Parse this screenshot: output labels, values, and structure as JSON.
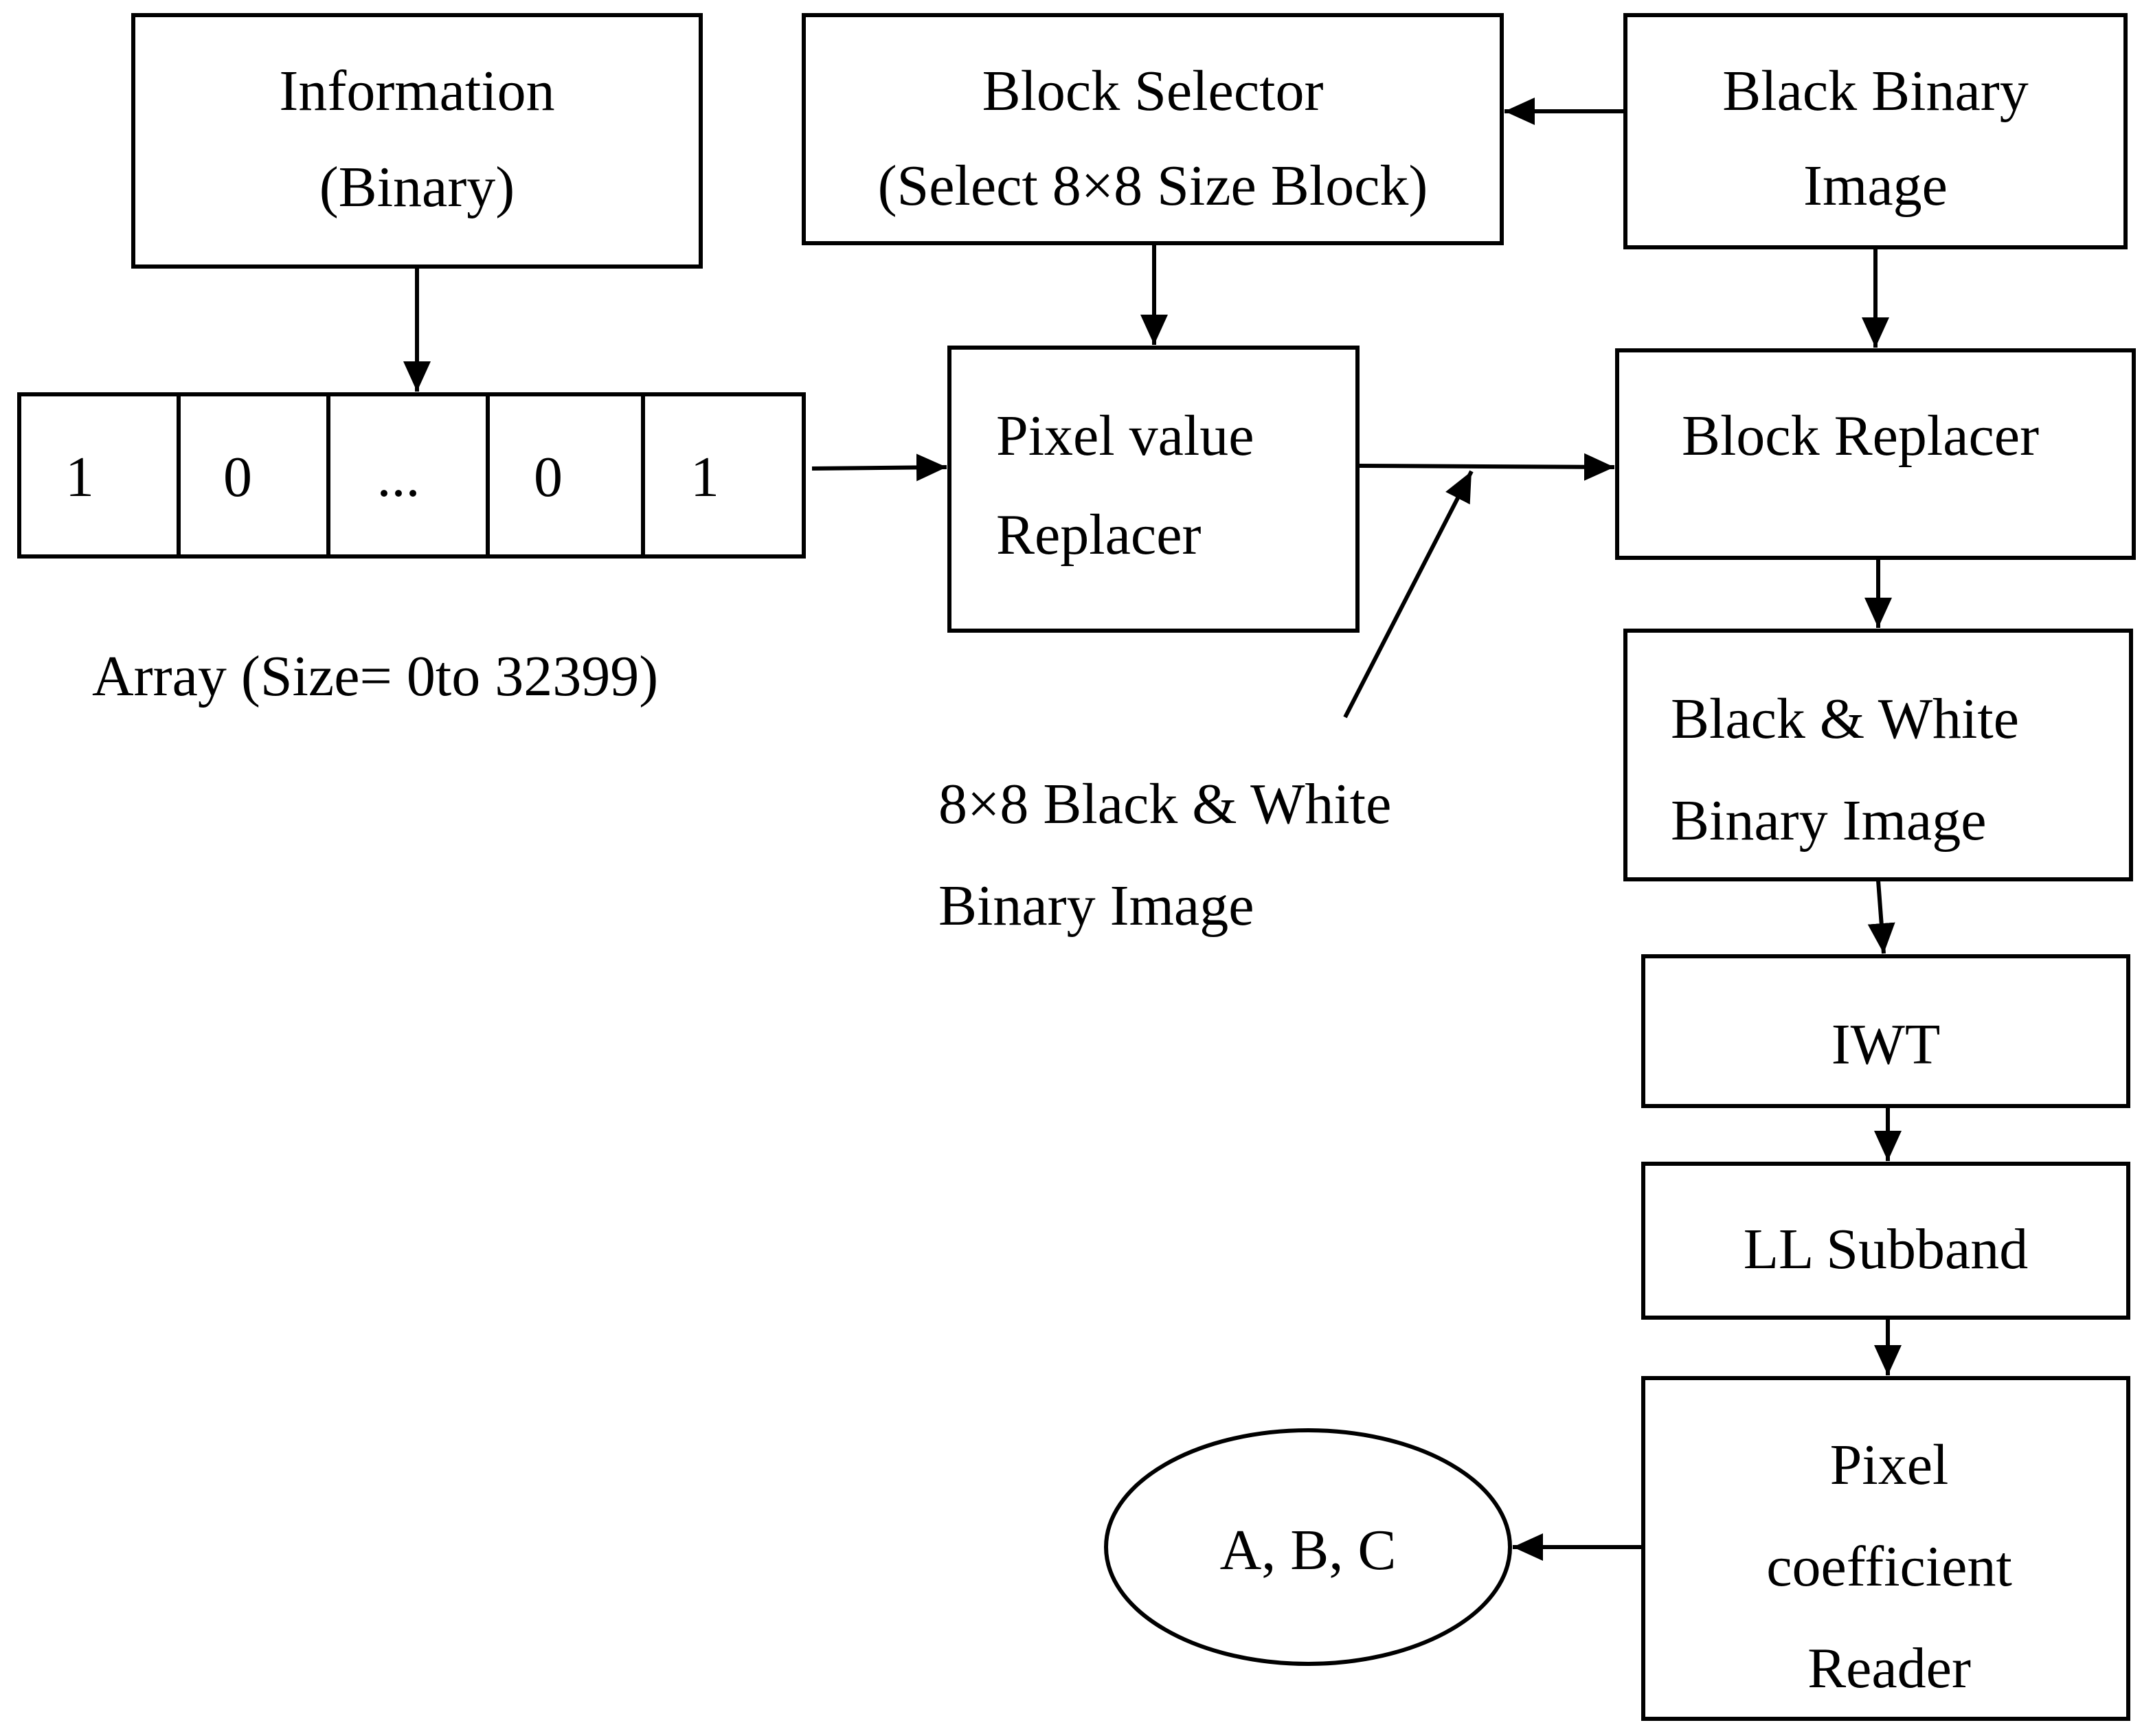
{
  "nodes": {
    "information": {
      "line1": "Information",
      "line2": "(Binary)"
    },
    "block_selector": {
      "line1": "Block Selector",
      "line2": "(Select 8×8 Size Block)"
    },
    "black_binary_image": {
      "line1": "Black Binary",
      "line2": "Image"
    },
    "pixel_value_replacer": {
      "line1": "Pixel value",
      "line2": "Replacer"
    },
    "block_replacer": {
      "line1": "Block Replacer"
    },
    "bw_binary_image": {
      "line1": "Black & White",
      "line2": "Binary Image"
    },
    "iwt": {
      "line1": "IWT"
    },
    "ll_subband": {
      "line1": "LL Subband"
    },
    "pixel_coefficient_reader": {
      "line1": "Pixel",
      "line2": "coefficient",
      "line3": "Reader"
    },
    "output": {
      "line1": "A, B, C"
    }
  },
  "array": {
    "cells": [
      "1",
      "0",
      "...",
      "0",
      "1"
    ],
    "caption": "Array (Size= 0to 32399)"
  },
  "annotation": {
    "line1": "8×8 Black & White",
    "line2": "Binary Image"
  },
  "colors": {
    "stroke": "#000000",
    "background": "#ffffff"
  }
}
